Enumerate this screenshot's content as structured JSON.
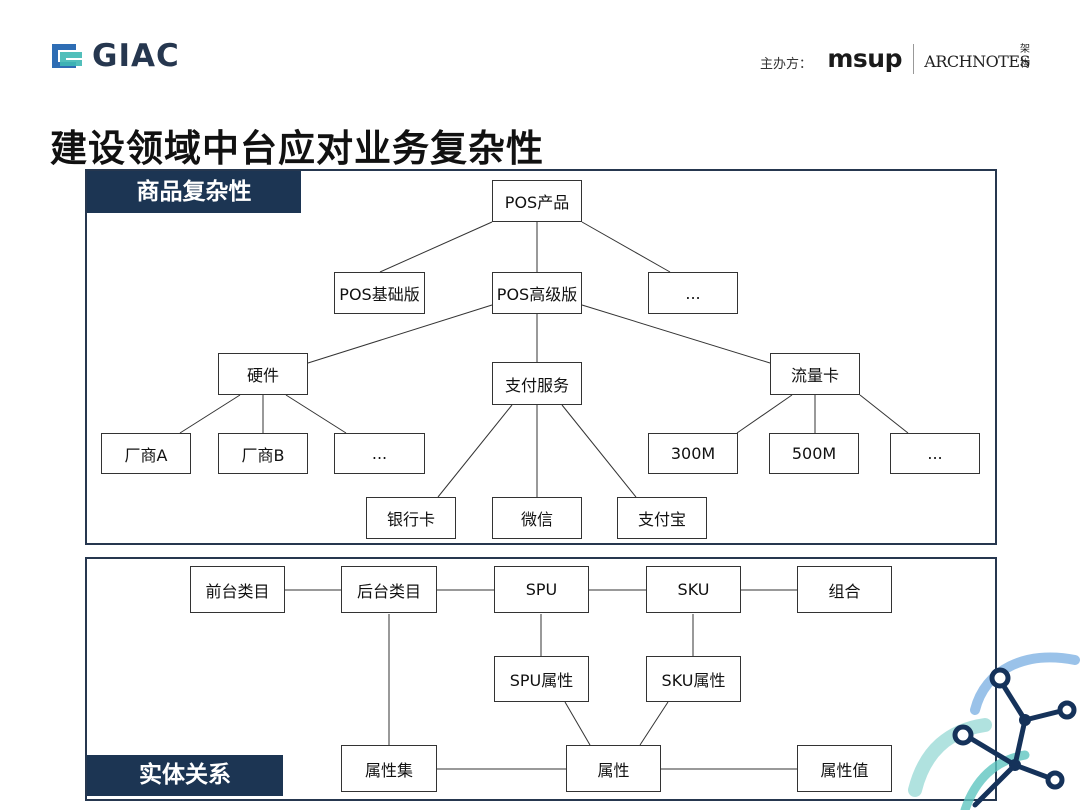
{
  "header": {
    "logo_text": "GIAC",
    "sponsor_label": "主办方：",
    "sponsor_msup": "msup",
    "sponsor_arch": "ARCHNOTES",
    "sponsor_arch_cn": "架构"
  },
  "title": "建设领域中台应对业务复杂性",
  "panels": {
    "top_tag": "商品复杂性",
    "bottom_tag": "实体关系"
  },
  "product_tree": {
    "root": "POS产品",
    "basic": "POS基础版",
    "advanced": "POS高级版",
    "level1_more": "...",
    "hardware": "硬件",
    "payment": "支付服务",
    "traffic": "流量卡",
    "vendor_a": "厂商A",
    "vendor_b": "厂商B",
    "hardware_more": "...",
    "bank_card": "银行卡",
    "wechat": "微信",
    "alipay": "支付宝",
    "traffic_300": "300M",
    "traffic_500": "500M",
    "traffic_more": "..."
  },
  "entity_relations": {
    "front_category": "前台类目",
    "back_category": "后台类目",
    "spu": "SPU",
    "sku": "SKU",
    "combo": "组合",
    "spu_attr": "SPU属性",
    "sku_attr": "SKU属性",
    "attr_set": "属性集",
    "attr": "属性",
    "attr_value": "属性值"
  },
  "colors": {
    "tag_bg": "#1c3553",
    "panel_border": "#26374f",
    "brand_blue": "#2e6db4",
    "brand_teal": "#3fb8b4"
  }
}
